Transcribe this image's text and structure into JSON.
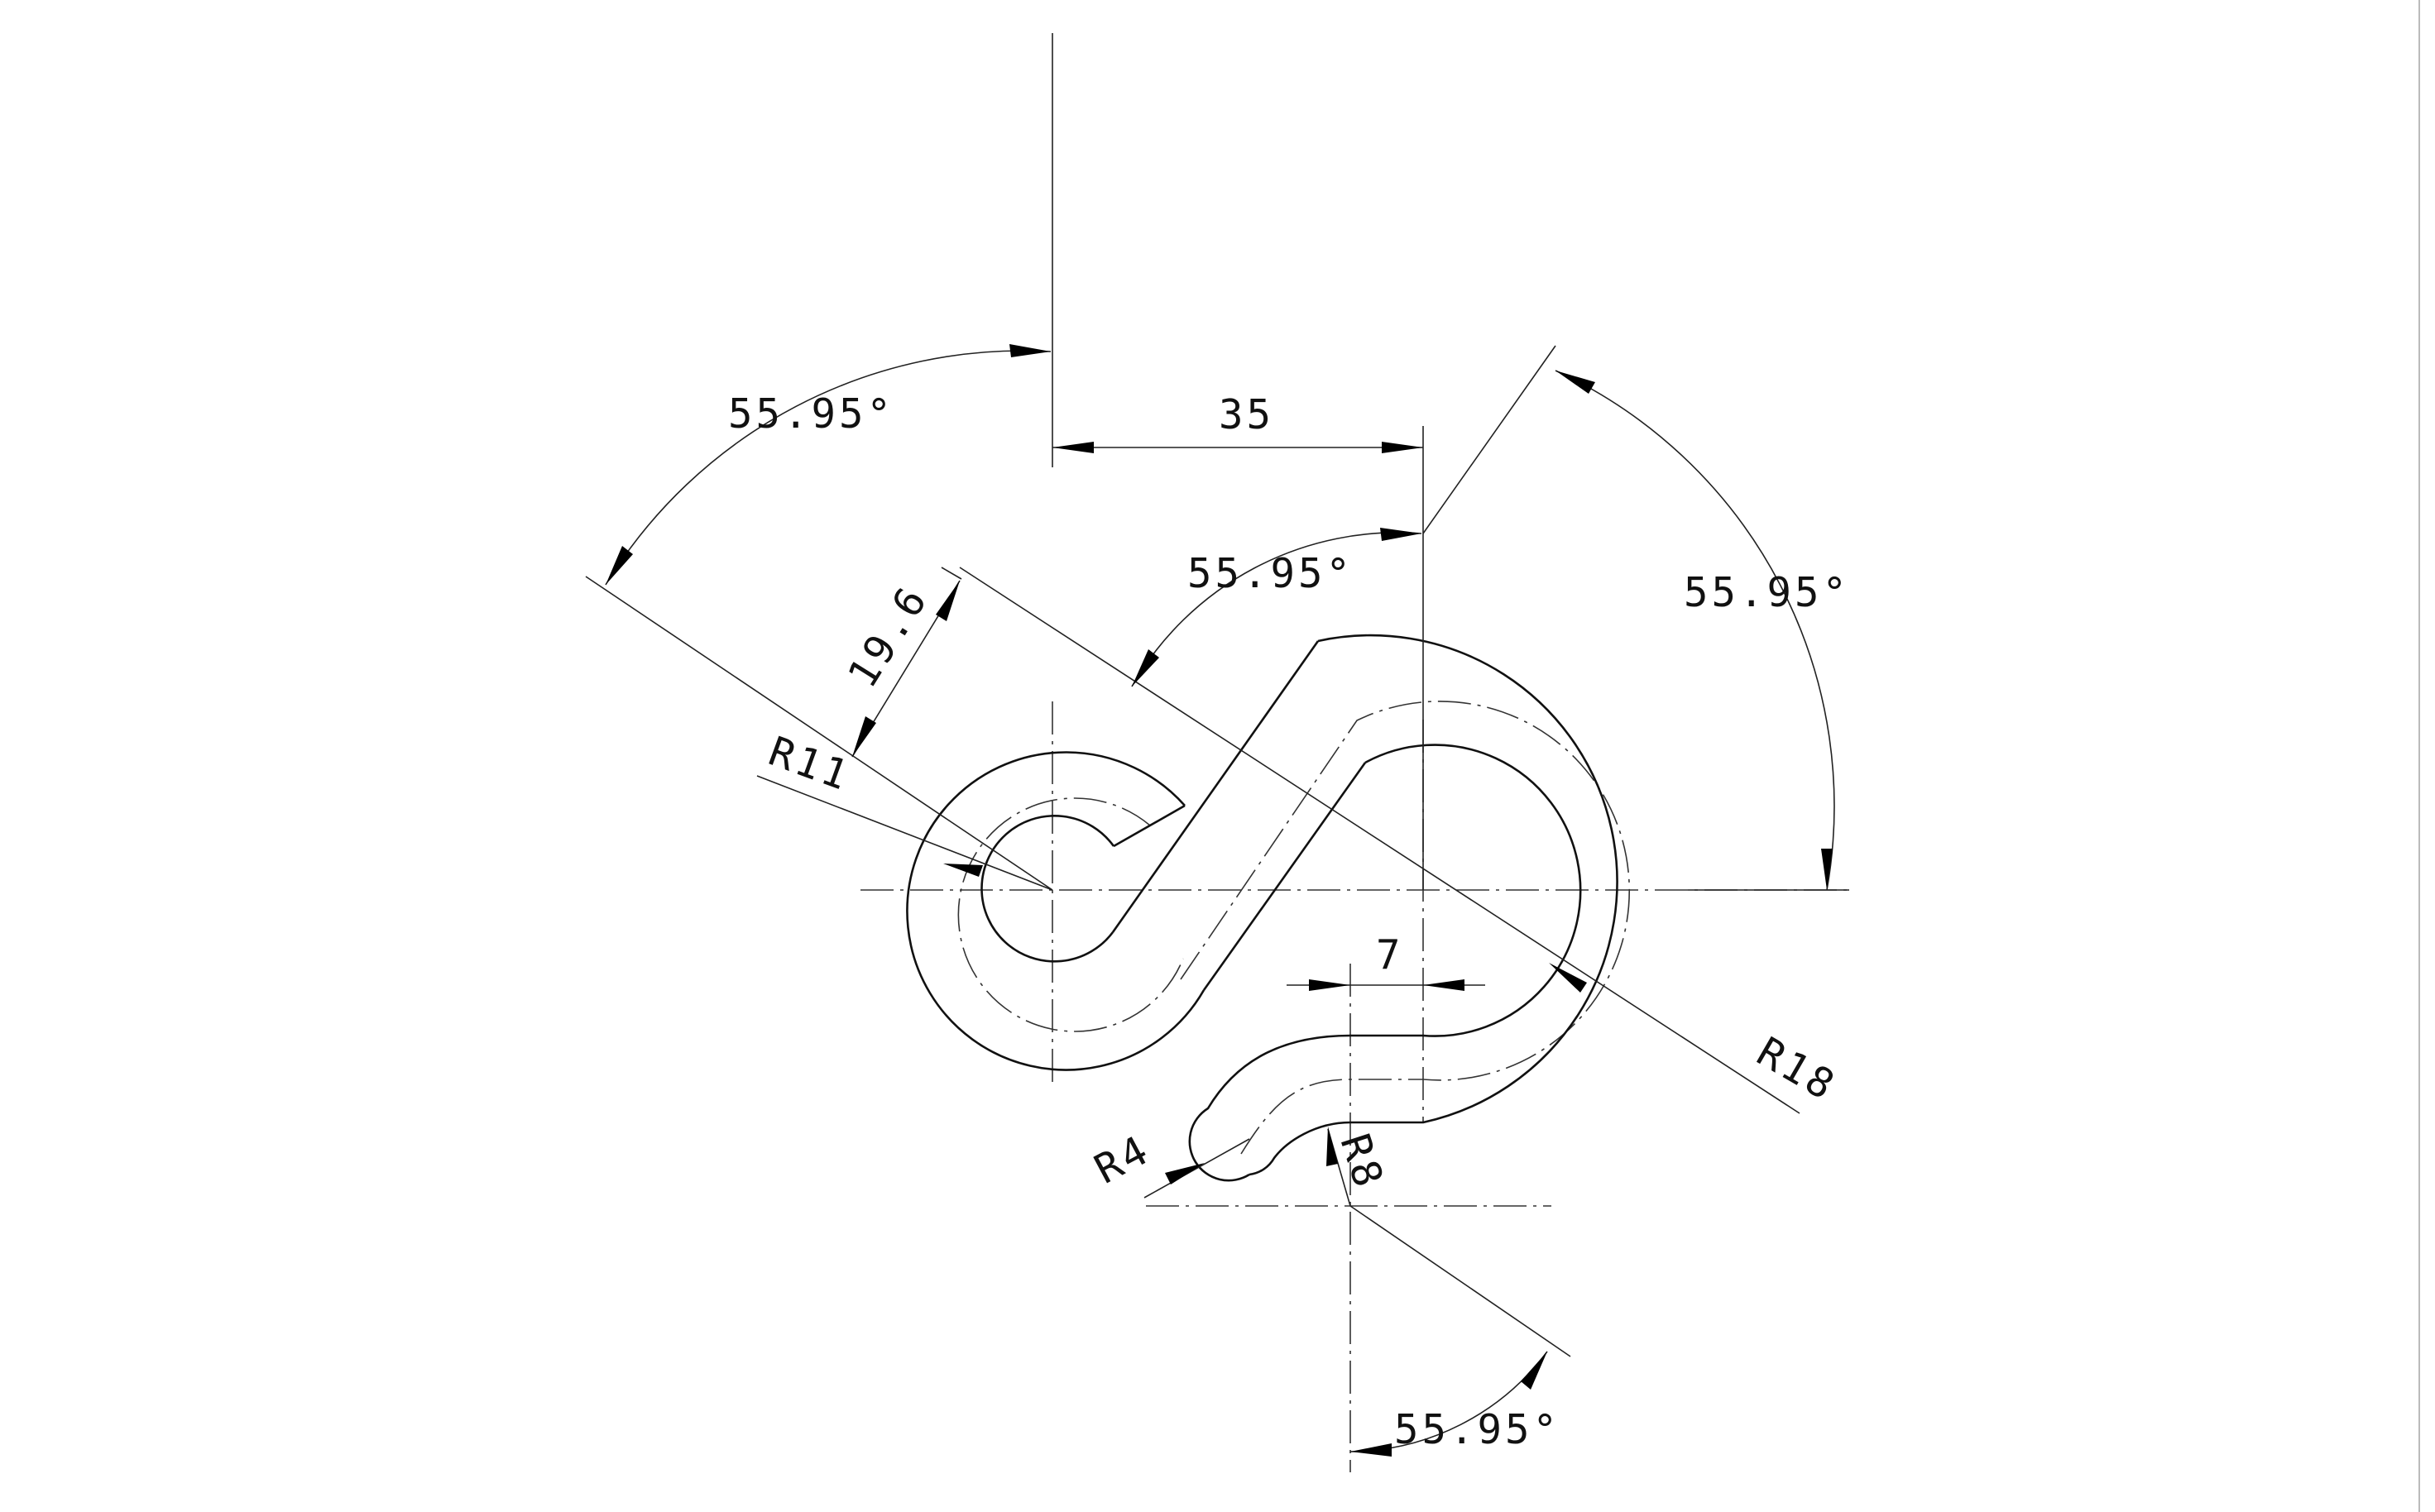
{
  "drawing": {
    "dimensions": {
      "angle_top_left": "55.95°",
      "angle_middle": "55.95°",
      "angle_right": "55.95°",
      "angle_bottom": "55.95°",
      "horizontal_35": "35",
      "horizontal_7": "7",
      "aligned_19_6": "19.6",
      "radius_r11": "R11",
      "radius_r18": "R18",
      "radius_r4": "R4",
      "radius_r8": "R8"
    }
  }
}
